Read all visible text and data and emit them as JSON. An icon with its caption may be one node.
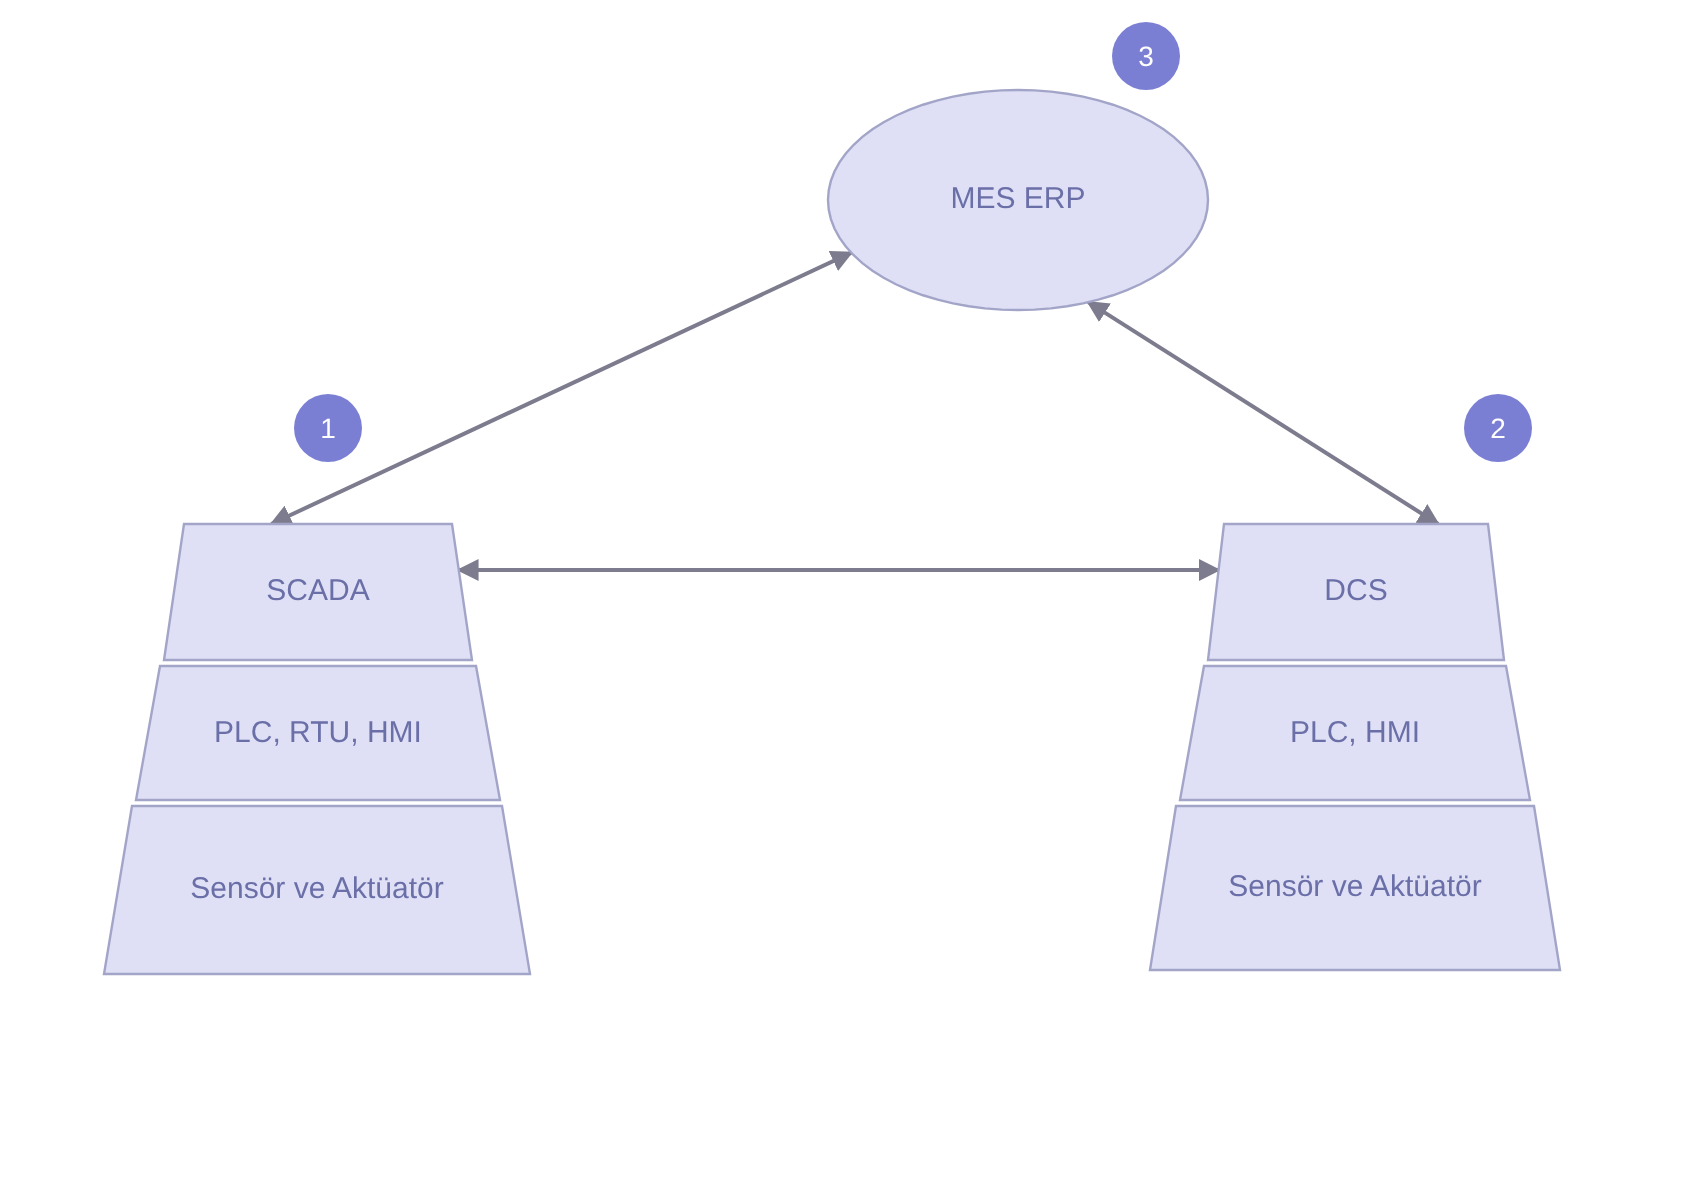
{
  "diagram": {
    "nodes": [
      {
        "text": [
          "3"
        ]
      },
      {
        "text": [
          "MES ERP"
        ]
      },
      {
        "text": [
          "1"
        ]
      },
      {
        "text": [
          "2"
        ]
      },
      {
        "text": [
          "SCADA"
        ]
      },
      {
        "text": [
          "DCS"
        ]
      },
      {
        "text": [
          "PLC, RTU, HMI"
        ]
      },
      {
        "text": [
          "PLC, HMI"
        ]
      },
      {
        "text": [
          "Sensör ve Aktüatör"
        ]
      },
      {
        "text": [
          "Sensör ve Aktüatör"
        ]
      }
    ],
    "edges": [
      {
        "from": 1,
        "to": 4,
        "arrow": "both"
      },
      {
        "from": 1,
        "to": 5,
        "arrow": "both"
      },
      {
        "from": 4,
        "to": 5,
        "arrow": "both"
      }
    ]
  }
}
